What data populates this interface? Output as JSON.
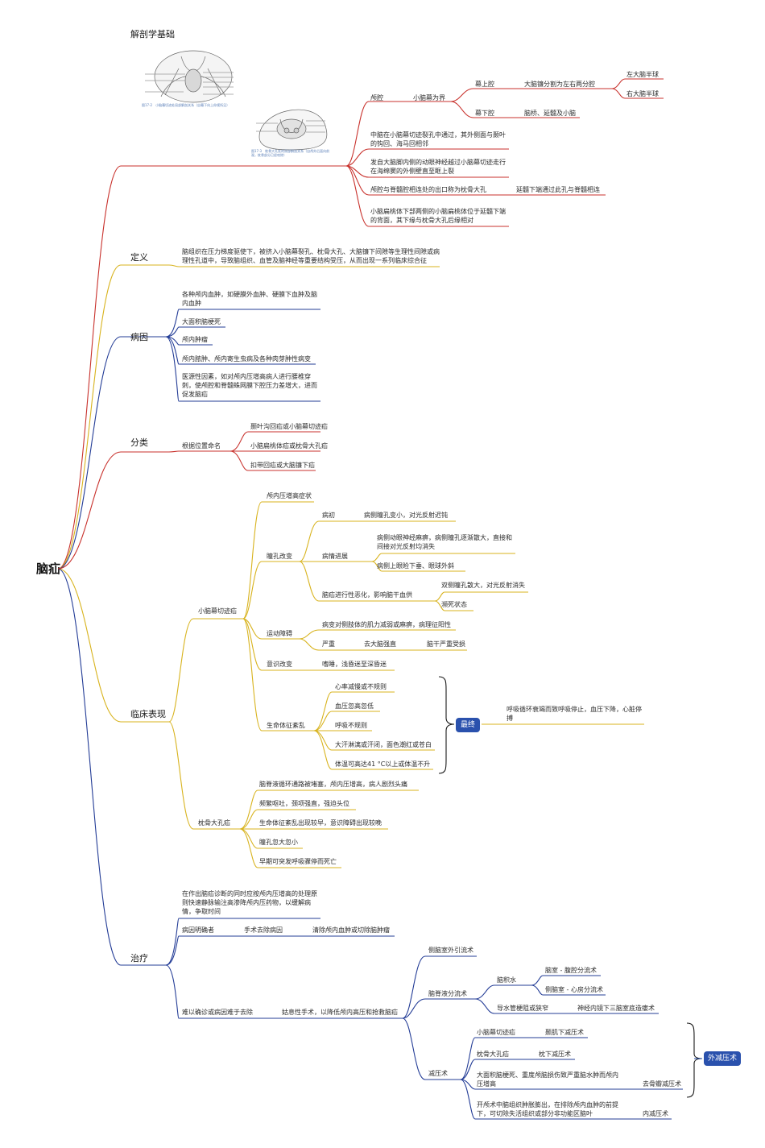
{
  "root": "脑疝",
  "colors": {
    "red": "#c8312c",
    "yellow": "#d8b31e",
    "blue": "#233c96",
    "badge": "#2a51ad"
  },
  "anatomy": {
    "title": "解剖学基础",
    "fig1_caption": "图17-2　小脑幕切迹处局部解剖关系（自幕下向上仰视所见）",
    "fig2_caption": "图17-3　枕骨大孔处的局部解剖关系（自颅外后面向前观，枕骨部分已经咬除）",
    "cavity": "颅腔",
    "tentorium": "小脑幕为界",
    "supra": "幕上腔",
    "falx": "大脑镰分割为左右两分腔",
    "left_hemi": "左大脑半球",
    "right_hemi": "右大脑半球",
    "infra": "幕下腔",
    "infra_content": "脑桥、延髓及小脑",
    "midbrain": "中脑在小脑幕切迹裂孔中通过，其外侧面与颞叶的钩回、海马回相邻",
    "oculomotor": "发自大脑脚内侧的动眼神经越过小脑幕切迹走行在海绵窦的外侧壁直至眶上裂",
    "foramen": "颅腔与脊髓腔相连处的出口称为枕骨大孔",
    "medulla": "延髓下端通过此孔与脊髓相连",
    "tonsil": "小脑扁桃体下部两侧的小脑扁桃体位于延髓下端的背面，其下缘与枕骨大孔后缘相对"
  },
  "definition": {
    "label": "定义",
    "text": "脑组织在压力梯度驱使下，被挤入小脑幕裂孔、枕骨大孔、大脑镰下间隙等生理性间隙或病理性孔道中，导致脑组织、血管及脑神经等重要结构受压，从而出现一系列临床综合征"
  },
  "etiology": {
    "label": "病因",
    "items": [
      "各种颅内血肿，如硬膜外血肿、硬膜下血肿及脑内血肿",
      "大面积脑梗死",
      "颅内肿瘤",
      "颅内脓肿、颅内寄生虫病及各种肉芽肿性病变",
      "医源性因素，如对颅内压增高病人进行腰椎穿刺，使颅腔和脊髓蛛网膜下腔压力差增大，进而促发脑疝"
    ]
  },
  "classification": {
    "label": "分类",
    "by_location": "根据位置命名",
    "items": [
      "颞叶沟回疝或小脑幕切迹疝",
      "小脑扁桃体疝或枕骨大孔疝",
      "扣带回疝或大脑镰下疝"
    ]
  },
  "clinical": {
    "label": "临床表现",
    "tentorial": "小脑幕切迹疝",
    "icp": "颅内压增高症状",
    "pupil": "瞳孔改变",
    "early": "病初",
    "early_detail": "病侧瞳孔变小，对光反射迟钝",
    "progress": "病情进展",
    "progress_1": "病侧动眼神经麻痹，病侧瞳孔逐渐散大，直接和间接对光反射均消失",
    "progress_2": "病侧上眼睑下垂、眼球外斜",
    "severe_herniation": "脑疝进行性恶化，影响脑干血供",
    "bilateral": "双侧瞳孔散大，对光反射消失",
    "dying": "濒死状态",
    "motor": "运动障碍",
    "motor_1": "病变对侧肢体的肌力减弱或麻痹，病理征阳性",
    "severe": "严重",
    "decerebrate": "去大脑强直",
    "brainstem": "脑干严重受损",
    "consciousness": "意识改变",
    "consciousness_detail": "嗜睡，浅昏迷至深昏迷",
    "vital": "生命体征紊乱",
    "vital_items": [
      "心率减慢或不规则",
      "血压忽高忽低",
      "呼吸不规则",
      "大汗淋漓或汗闭，面色潮红或苍白",
      "体温可高达41 °C以上或体温不升"
    ],
    "final": "最终",
    "final_detail": "呼吸循环衰竭而致呼吸停止，血压下降，心脏停搏",
    "foraminal": "枕骨大孔疝",
    "foraminal_items": [
      "脑脊液循环通路被堵塞，颅内压增高，病人剧烈头痛",
      "频繁呕吐，颈项强直，强迫头位",
      "生命体征紊乱出现较早，意识障碍出现较晚",
      "瞳孔忽大忽小",
      "早期可突发呼吸骤停而死亡"
    ]
  },
  "treatment": {
    "label": "治疗",
    "principle": "在作出脑疝诊断的同时应按颅内压增高的处理原则快速静脉输注高渗降颅内压药物，以缓解病情，争取时间",
    "clear_cause": "病因明确者",
    "surgery_remove": "手术去除病因",
    "remove_detail": "清除颅内血肿或切除脑肿瘤",
    "unclear": "难以确诊或病因难于去除",
    "palliative": "姑息性手术，以降低颅内高压和抢救脑疝",
    "ventricle_drain": "侧脑室外引流术",
    "csf_shunt": "脑脊液分流术",
    "hydrocephalus": "脑积水",
    "vp_shunt": "脑室 - 腹腔分流术",
    "va_shunt": "侧脑室 - 心房分流术",
    "aqueduct": "导水管梗阻或狭窄",
    "endoscopic": "神经内镜下三脑室底造瘘术",
    "decompression": "减压术",
    "d1": "小脑幕切迹疝",
    "d1r": "颞肌下减压术",
    "d2": "枕骨大孔疝",
    "d2r": "枕下减压术",
    "d3": "大面积脑梗死、重度颅脑损伤致严重脑水肿而颅内压增高",
    "d3r": "去骨瓣减压术",
    "external": "外减压术",
    "d4": "开颅术中脑组织肿胀膨出，在排除颅内血肿的前提下，可切除失活组织或部分非功能区脑叶",
    "d4r": "内减压术"
  }
}
